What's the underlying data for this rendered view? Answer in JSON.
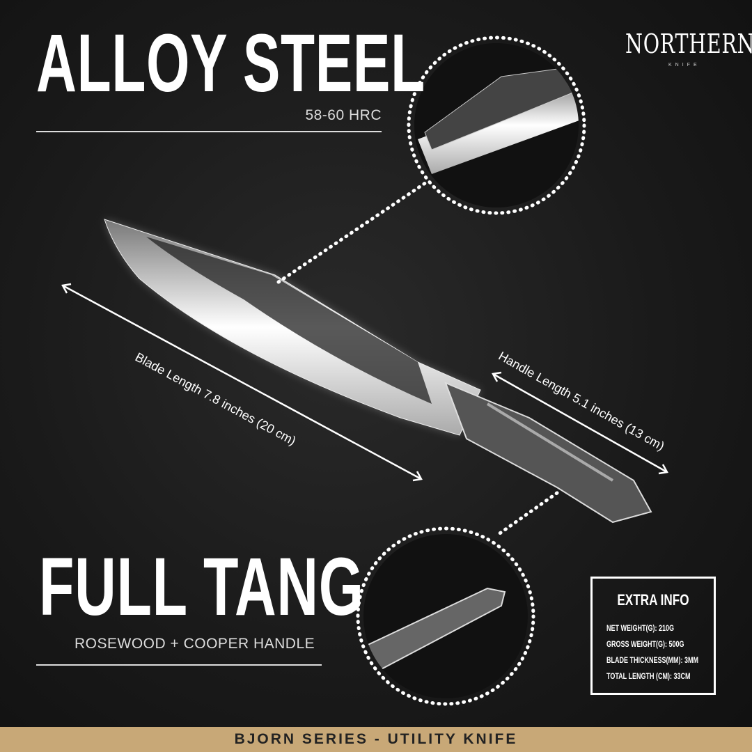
{
  "brand": {
    "logo_text": "NORTHERN",
    "logo_sub": "KNIFE"
  },
  "steel": {
    "title": "ALLOY STEEL",
    "subtitle": "58-60 HRC"
  },
  "tang": {
    "title": "FULL TANG",
    "subtitle": "ROSEWOOD + COOPER HANDLE"
  },
  "measurements": {
    "blade": "Blade Length 7.8 inches (20 cm)",
    "handle": "Handle Length  5.1 inches (13 cm)"
  },
  "extra_info": {
    "title": "EXTRA INFO",
    "items": [
      "NET WEIGHT(G): 210G",
      "GROSS WEIGHT(G): 500G",
      "BLADE THICKNESS(MM): 3MM",
      "TOTAL LENGTH (CM): 33CM"
    ]
  },
  "footer": {
    "label": "BJORN SERIES - UTILITY KNIFE"
  },
  "colors": {
    "footer_bg": "#c8a877",
    "background": "#151515"
  }
}
